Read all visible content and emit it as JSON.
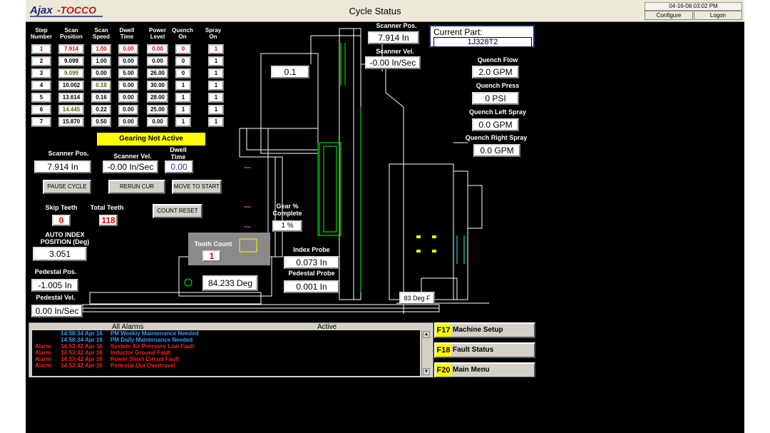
{
  "app": {
    "logo_text": "Ajax-TOCCO",
    "title": "Cycle Status",
    "datetime": "04-16-08   03:02 PM",
    "configure_label": "Configure",
    "logon_label": "Logon"
  },
  "table": {
    "headers": [
      "Step\nNumber",
      "Scan\nPosition",
      "Scan\nSpeed",
      "Dwell\nTime",
      "Power\nLevel",
      "Quench\nOn",
      "Spray\nOn"
    ],
    "rows": [
      [
        "1",
        "7.914",
        "1.00",
        "0.00",
        "0.00",
        "0",
        "1"
      ],
      [
        "2",
        "9.099",
        "1.00",
        "0.00",
        "0.00",
        "0",
        "1"
      ],
      [
        "3",
        "9.099",
        "0.00",
        "5.00",
        "26.00",
        "0",
        "1"
      ],
      [
        "4",
        "10.002",
        "0.18",
        "0.00",
        "30.00",
        "1",
        "1"
      ],
      [
        "5",
        "13.614",
        "0.16",
        "0.00",
        "28.00",
        "1",
        "1"
      ],
      [
        "6",
        "14.445",
        "0.22",
        "0.00",
        "25.00",
        "1",
        "1"
      ],
      [
        "7",
        "15.870",
        "0.50",
        "0.00",
        "0.00",
        "1",
        "1"
      ]
    ]
  },
  "gearing_status": "Gearing Not Active",
  "left": {
    "scanner_pos_label": "Scanner Pos.",
    "scanner_pos": "7.914 In",
    "scanner_vel_label": "Scanner Vel.",
    "scanner_vel": "-0.00 In/Sec",
    "dwell_label": "Dwell\nTime",
    "dwell": "0.00",
    "pause_label": "PAUSE CYCLE",
    "rerun_label": "RERUN CUR TOOTH",
    "move_label": "MOVE TO START",
    "skip_label": "Skip Teeth",
    "skip": "0",
    "total_label": "Total Teeth",
    "total": "118",
    "count_reset_label": "COUNT RESET",
    "auto_index_label": "AUTO INDEX\nPOSITION (Deg)",
    "auto_index": "3.051",
    "ped_pos_label": "Pedestal Pos.",
    "ped_pos": "-1.005 In",
    "ped_vel_label": "Pedestal Vel.",
    "ped_vel": "0.00 In/Sec"
  },
  "center": {
    "top_value": "0.1",
    "gear_label": "Gear %\nComplete",
    "gear": "1 %",
    "tooth_count_label": "Tooth Count",
    "tooth_count": "1",
    "angle": "84.233 Deg",
    "index_probe_label": "Index Probe",
    "index_probe": "0.073 In",
    "ped_probe_label": "Pedestal Probe",
    "ped_probe": "0.001 In",
    "temp": "83 Deg F"
  },
  "right": {
    "scanner_pos_label": "Scanner Pos.",
    "scanner_pos": "7.914 In",
    "scanner_vel_label": "Scanner Vel.",
    "scanner_vel": "-0.00 In/Sec",
    "current_part_label": "Current Part:",
    "current_part": "1J328T2",
    "quench_flow_label": "Quench Flow",
    "quench_flow": "2.0 GPM",
    "quench_press_label": "Quench Press",
    "quench_press": "0 PSI",
    "quench_left_label": "Quench Left Spray",
    "quench_left": "0.0 GPM",
    "quench_right_label": "Quench Right Spray",
    "quench_right": "0.0 GPM"
  },
  "alarms": {
    "all_label": "All Alarms",
    "active_label": "Active",
    "rows": [
      {
        "type": "",
        "time": "14:58:34 Apr 16",
        "msg": "PM Weekly Maintenance Needed",
        "color": "#3399ff"
      },
      {
        "type": "",
        "time": "14:58:34 Apr 16",
        "msg": "PM Daily Maintenance Needed",
        "color": "#3399ff"
      },
      {
        "type": "Alarm",
        "time": "14:53:42 Apr 16",
        "msg": "System Air Pressure Low Fault",
        "color": "#ff2020"
      },
      {
        "type": "Alarm",
        "time": "14:53:42 Apr 16",
        "msg": "Inductor Ground Fault",
        "color": "#ff2020"
      },
      {
        "type": "Alarm",
        "time": "14:53:42 Apr 16",
        "msg": "Power Short Circuit Fault",
        "color": "#ff2020"
      },
      {
        "type": "Alarm",
        "time": "14:53:42 Apr 16",
        "msg": "Pedestal Out Overtravel",
        "color": "#ff2020"
      }
    ]
  },
  "fkeys": [
    {
      "key": "F17",
      "label": "Machine Setup"
    },
    {
      "key": "F18",
      "label": "Fault Status"
    },
    {
      "key": "F20",
      "label": "Main Menu"
    }
  ],
  "colors": {
    "table_red": "#e00000",
    "table_green": "#556b00",
    "gearing_bg": "#ffff00",
    "drawing": "#ffffff"
  }
}
